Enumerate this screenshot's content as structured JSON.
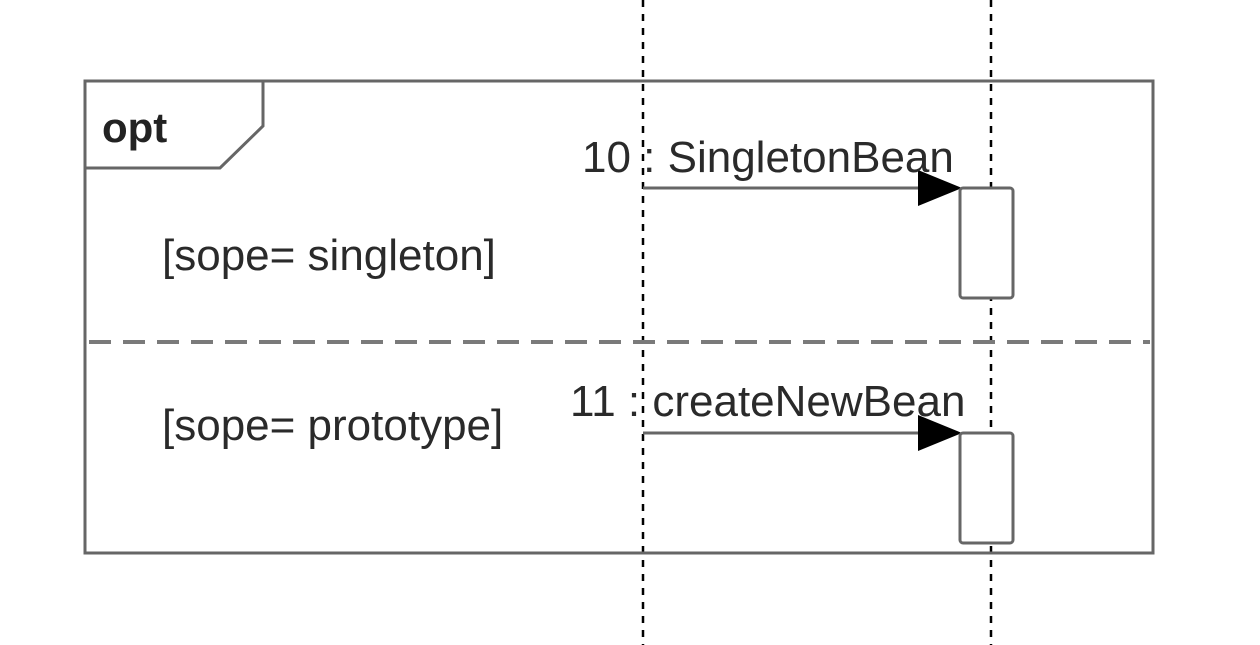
{
  "fragment": {
    "operator": "opt",
    "guards": [
      "[sope= singleton]",
      "[sope= prototype]"
    ]
  },
  "messages": [
    {
      "label": "10 : SingletonBean"
    },
    {
      "label": "11 : createNewBean"
    }
  ],
  "colors": {
    "frame": "#666666",
    "lifeline": "#000000",
    "arrowhead": "#000000"
  }
}
